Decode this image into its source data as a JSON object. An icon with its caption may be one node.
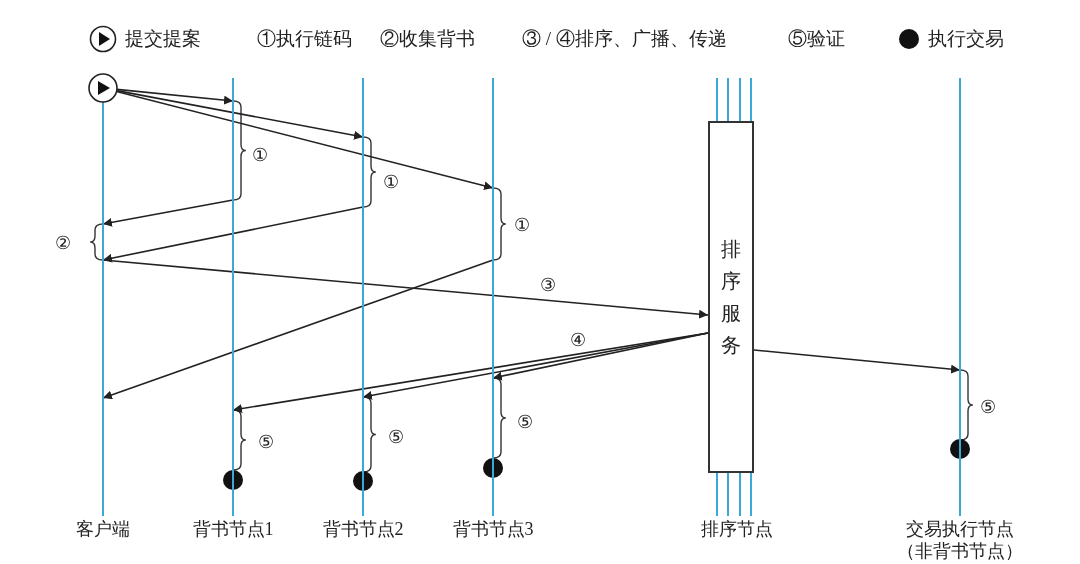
{
  "diagram": {
    "nodes": [
      {
        "text": [
          "客户端"
        ]
      },
      {
        "text": [
          "背书节点1"
        ]
      },
      {
        "text": [
          "背书节点2"
        ]
      },
      {
        "text": [
          "背书节点3"
        ]
      },
      {
        "text": [
          "排序节点"
        ]
      },
      {
        "text": [
          "交易执行节点（非背书节点）"
        ]
      },
      {
        "text": [
          "排序服务"
        ]
      },
      {
        "text": [],
        "shape": "circle"
      }
    ],
    "edges": [
      {
        "from": 7,
        "to": 1,
        "arrow": "to"
      },
      {
        "from": 7,
        "to": 2,
        "arrow": "to"
      },
      {
        "from": 7,
        "to": 3,
        "arrow": "to"
      },
      {
        "from": 1,
        "to": 0,
        "arrow": "to"
      },
      {
        "from": 2,
        "to": 0,
        "arrow": "to"
      },
      {
        "from": 3,
        "to": 0,
        "arrow": "to"
      },
      {
        "from": 0,
        "to": 6,
        "arrow": "to",
        "label": "③"
      },
      {
        "from": 6,
        "to": 1,
        "arrow": "to",
        "label": "④"
      },
      {
        "from": 6,
        "to": 2,
        "arrow": "to"
      },
      {
        "from": 6,
        "to": 3,
        "arrow": "to"
      },
      {
        "from": 6,
        "to": 5,
        "arrow": "to"
      }
    ],
    "labels": [
      "①",
      "①",
      "①",
      "②",
      "⑤",
      "⑤",
      "⑤",
      "⑤"
    ],
    "legend": [
      {
        "text": "提交提案"
      },
      {
        "text": "①执行链码"
      },
      {
        "text": "②收集背书"
      },
      {
        "text": "③ / ④排序、广播、传递"
      },
      {
        "text": "⑤验证"
      },
      {
        "text": "执行交易"
      }
    ]
  }
}
